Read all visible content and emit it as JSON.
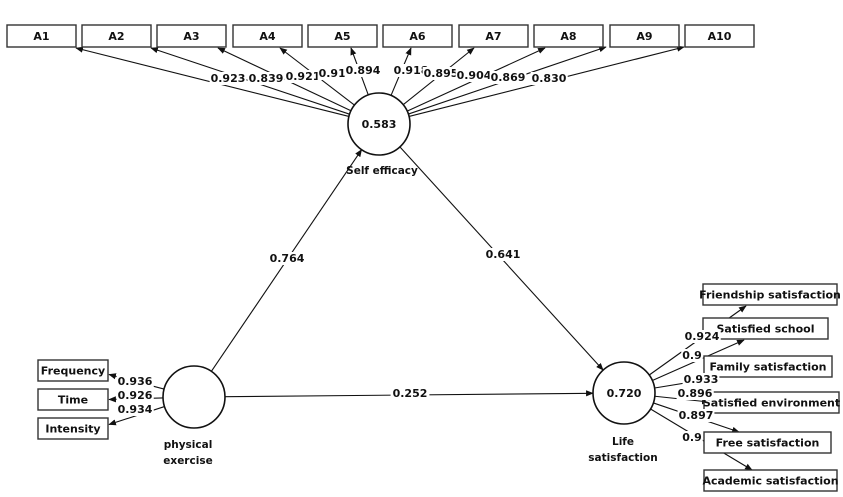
{
  "diagram": {
    "type": "structural-equation-model",
    "latents": [
      {
        "id": "se",
        "label_lines": [
          "Self efficacy"
        ],
        "r2": "0.583"
      },
      {
        "id": "pe",
        "label_lines": [
          "physical",
          "exercise"
        ],
        "r2": ""
      },
      {
        "id": "ls",
        "label_lines": [
          "Life",
          "satisfaction"
        ],
        "r2": "0.720"
      }
    ],
    "indicators": {
      "se": [
        {
          "label": "A1",
          "loading": "0.923"
        },
        {
          "label": "A2",
          "loading": "0.839"
        },
        {
          "label": "A3",
          "loading": "0.921"
        },
        {
          "label": "A4",
          "loading": "0.914"
        },
        {
          "label": "A5",
          "loading": "0.894"
        },
        {
          "label": "A6",
          "loading": "0.918"
        },
        {
          "label": "A7",
          "loading": "0.895"
        },
        {
          "label": "A8",
          "loading": "0.904"
        },
        {
          "label": "A9",
          "loading": "0.869"
        },
        {
          "label": "A10",
          "loading": "0.830"
        }
      ],
      "pe": [
        {
          "label": "Frequency",
          "loading": "0.936"
        },
        {
          "label": "Time",
          "loading": "0.926"
        },
        {
          "label": "Intensity",
          "loading": "0.934"
        }
      ],
      "ls": [
        {
          "label": "Friendship satisfaction",
          "loading": "0.924"
        },
        {
          "label": "Satisfied  school",
          "loading": "0.9"
        },
        {
          "label": "Family satisfaction",
          "loading": "0.933"
        },
        {
          "label": "Satisfied  environment",
          "loading": "0.896"
        },
        {
          "label": "Free satisfaction",
          "loading": "0.897"
        },
        {
          "label": "Academic satisfaction",
          "loading": "0.9"
        }
      ]
    },
    "paths": [
      {
        "from": "pe",
        "to": "se",
        "coef": "0.764"
      },
      {
        "from": "se",
        "to": "ls",
        "coef": "0.641"
      },
      {
        "from": "pe",
        "to": "ls",
        "coef": "0.252"
      }
    ],
    "colors": {
      "stroke": "#111111",
      "box_stroke": "#333333",
      "background": "#ffffff"
    }
  }
}
